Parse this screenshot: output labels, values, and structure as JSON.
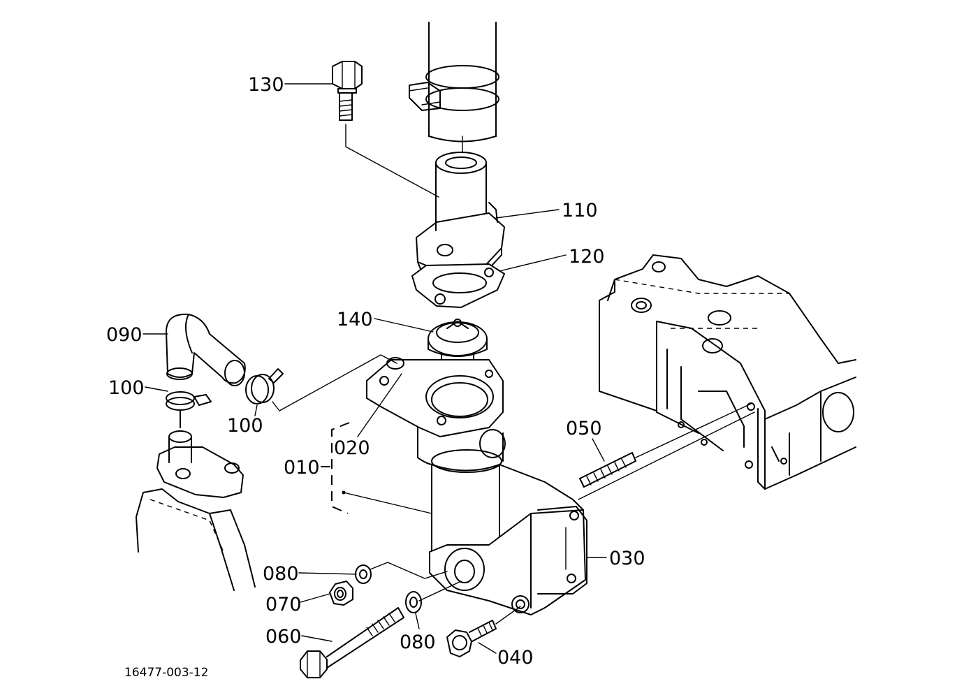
{
  "figure_code": "16477-003-12",
  "callouts": {
    "c010": "010",
    "c020": "020",
    "c030": "030",
    "c040": "040",
    "c050": "050",
    "c060": "060",
    "c070": "070",
    "c080a": "080",
    "c080b": "080",
    "c090": "090",
    "c100a": "100",
    "c100b": "100",
    "c110": "110",
    "c120": "120",
    "c130": "130",
    "c140": "140"
  }
}
